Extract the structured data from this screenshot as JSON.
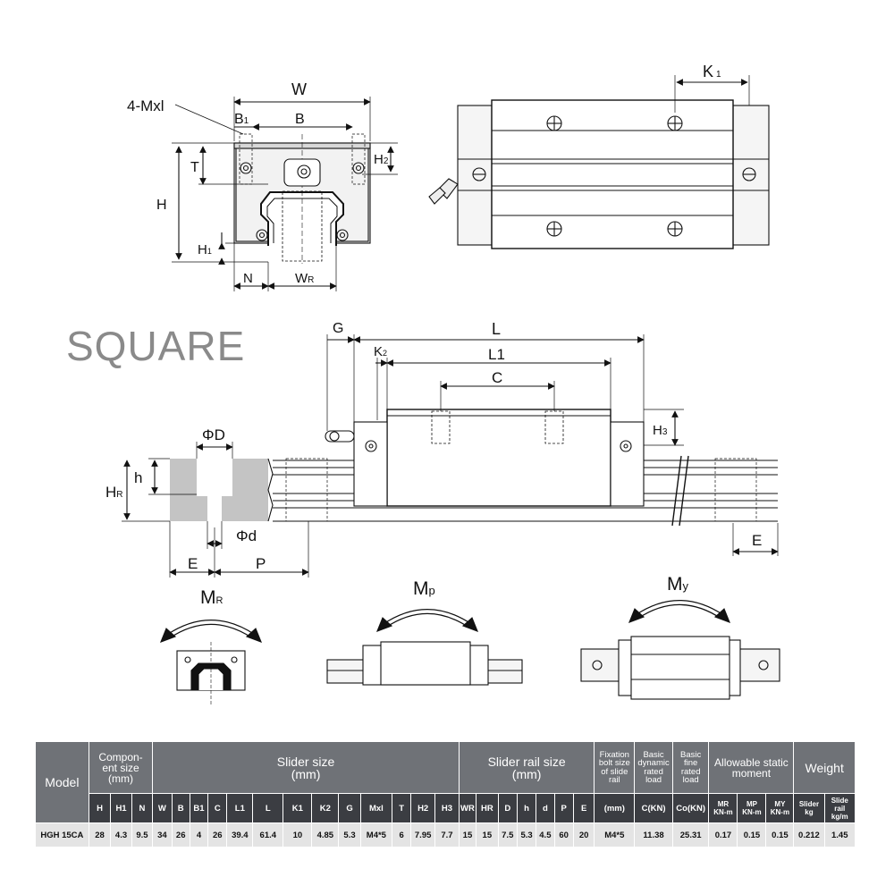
{
  "labels": {
    "W": "W",
    "mxl": "4-Mxl",
    "B1": "B",
    "B1_sub": "1",
    "B": "B",
    "T": "T",
    "H": "H",
    "H2": "H",
    "H2_sub": "2",
    "H1": "H",
    "H1_sub": "1",
    "N": "N",
    "WR": "W",
    "WR_sub": "R",
    "K1": "K",
    "K1_sub": "1",
    "square": "SQUARE",
    "G": "G",
    "L": "L",
    "K2": "K",
    "K2_sub": "2",
    "L1": "L1",
    "C": "C",
    "H3": "H",
    "H3_sub": "3",
    "phiD": "ΦD",
    "phid": "Φd",
    "h": "h",
    "HR": "H",
    "HR_sub": "R",
    "E_left": "E",
    "P": "P",
    "E_right": "E",
    "MR": "M",
    "MR_sub": "R",
    "Mp": "M",
    "Mp_sub": "p",
    "My": "M",
    "My_sub": "y"
  },
  "table": {
    "model_header": "Model",
    "component_size": "Compon-\nent size\n(mm)",
    "slider_size": "Slider size\n(mm)",
    "rail_size": "Slider rail size\n(mm)",
    "fixation": "Fixation\nbolt size\nof slide\nrail",
    "dynamic": "Basic\ndynamic\nrated\nload",
    "static": "Basic\nfine\nrated\nload",
    "moment": "Allowable static\nmoment",
    "weight": "Weight",
    "sub_headers": [
      "H",
      "H1",
      "N",
      "W",
      "B",
      "B1",
      "C",
      "L1",
      "L",
      "K1",
      "K2",
      "G",
      "Mxl",
      "T",
      "H2",
      "H3",
      "WR",
      "HR",
      "D",
      "h",
      "d",
      "P",
      "E",
      "(mm)",
      "C(KN)",
      "Co(KN)",
      "MR\nKN-m",
      "MP\nKN-m",
      "MY\nKN-m",
      "Slider\nkg",
      "Slide\nrail\nkg/m"
    ],
    "row": [
      "HGH 15CA",
      "28",
      "4.3",
      "9.5",
      "34",
      "26",
      "4",
      "26",
      "39.4",
      "61.4",
      "10",
      "4.85",
      "5.3",
      "M4*5",
      "6",
      "7.95",
      "7.7",
      "15",
      "15",
      "7.5",
      "5.3",
      "4.5",
      "60",
      "20",
      "M4*5",
      "11.38",
      "25.31",
      "0.17",
      "0.15",
      "0.15",
      "0.212",
      "1.45"
    ]
  },
  "colors": {
    "header": "#6f7277",
    "subheader": "#3b3d42",
    "cell": "#e4e4e4",
    "rail_section": "#c4c4c4"
  }
}
